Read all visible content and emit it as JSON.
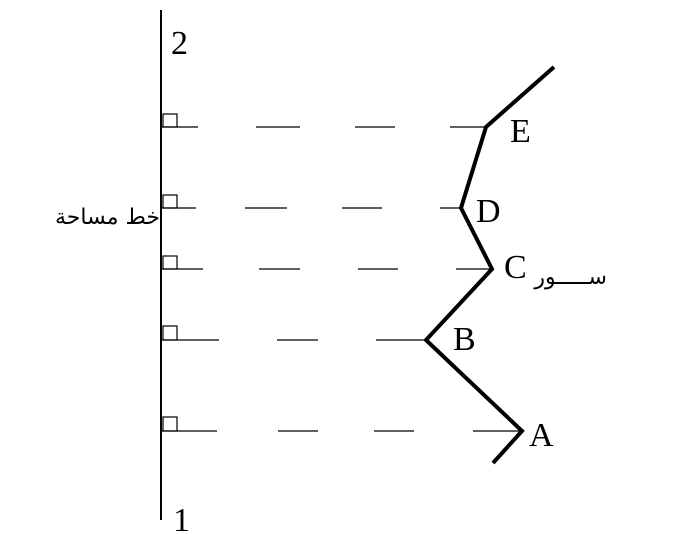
{
  "survey_line": {
    "label": "خط مساحة",
    "start_label": "1",
    "end_label": "2"
  },
  "wall": {
    "label": "ســـــور"
  },
  "points": [
    {
      "label": "A"
    },
    {
      "label": "B"
    },
    {
      "label": "C"
    },
    {
      "label": "D"
    },
    {
      "label": "E"
    }
  ]
}
